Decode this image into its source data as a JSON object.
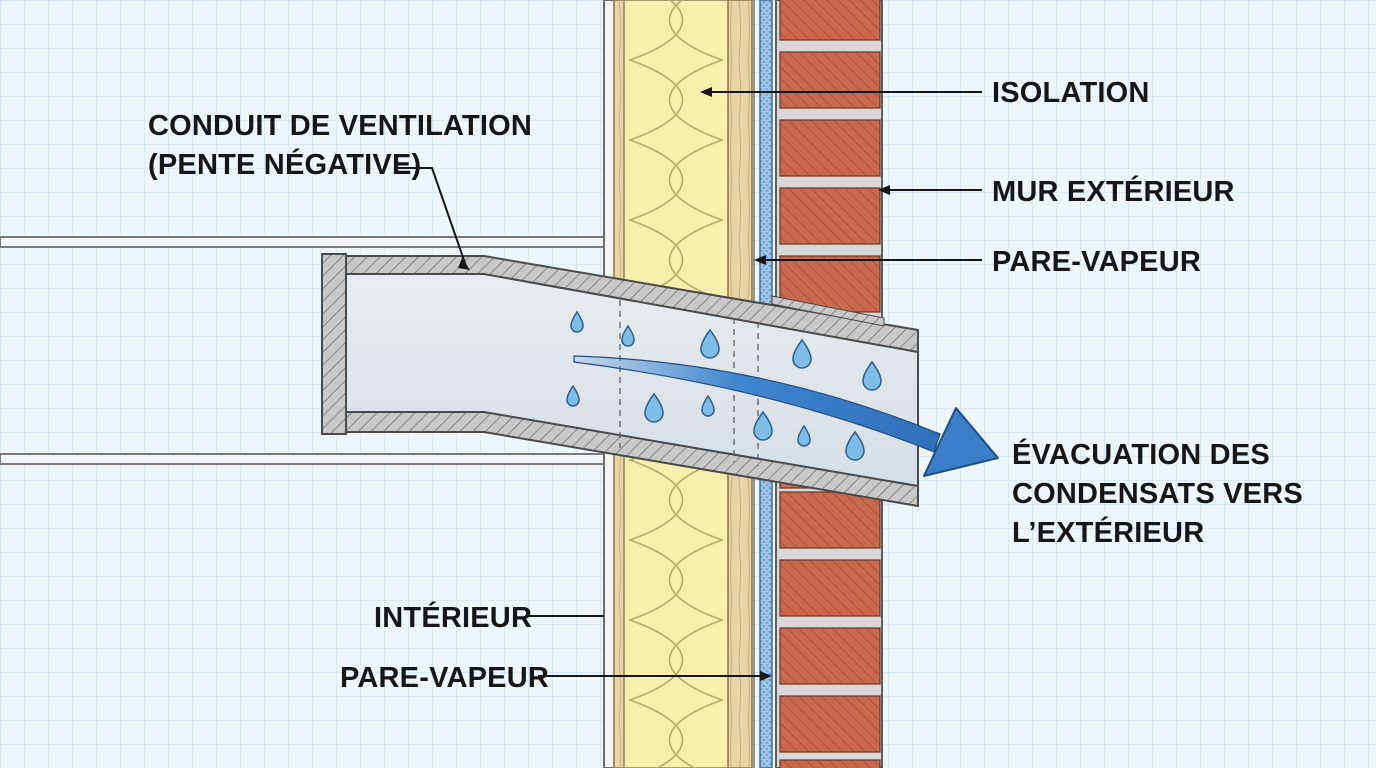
{
  "labels": {
    "duct_line1": "CONDUIT DE VENTILATION",
    "duct_line2": "(PENTE NÉGATIVE)",
    "isolation": "ISOLATION",
    "mur_exterieur": "MUR EXTÉRIEUR",
    "pare_vapeur_ext": "PARE-VAPEUR",
    "evac_line1": "ÉVACUATION DES",
    "evac_line2": "CONDENSATS VERS",
    "evac_line3": "L’EXTÉRIEUR",
    "interieur": "INTÉRIEUR",
    "pare_vapeur_int": "PARE-VAPEUR"
  },
  "icons": {
    "drops": "water-drop-icon",
    "arrow": "flow-arrow-icon"
  },
  "colors": {
    "background": "#eef5fb",
    "grid": "#bcd3e9",
    "insulation": "#f7efae",
    "wood": "#e8d3a3",
    "brick": "#c86a4e",
    "mortar": "#dcdcdc",
    "vapor_barrier": "#8fb8df",
    "duct_fill": "#dfe5ea",
    "duct_wall": "#b8b8b8",
    "arrow": "#3d82cc",
    "drop": "#7fbde8",
    "ink": "#161616"
  }
}
